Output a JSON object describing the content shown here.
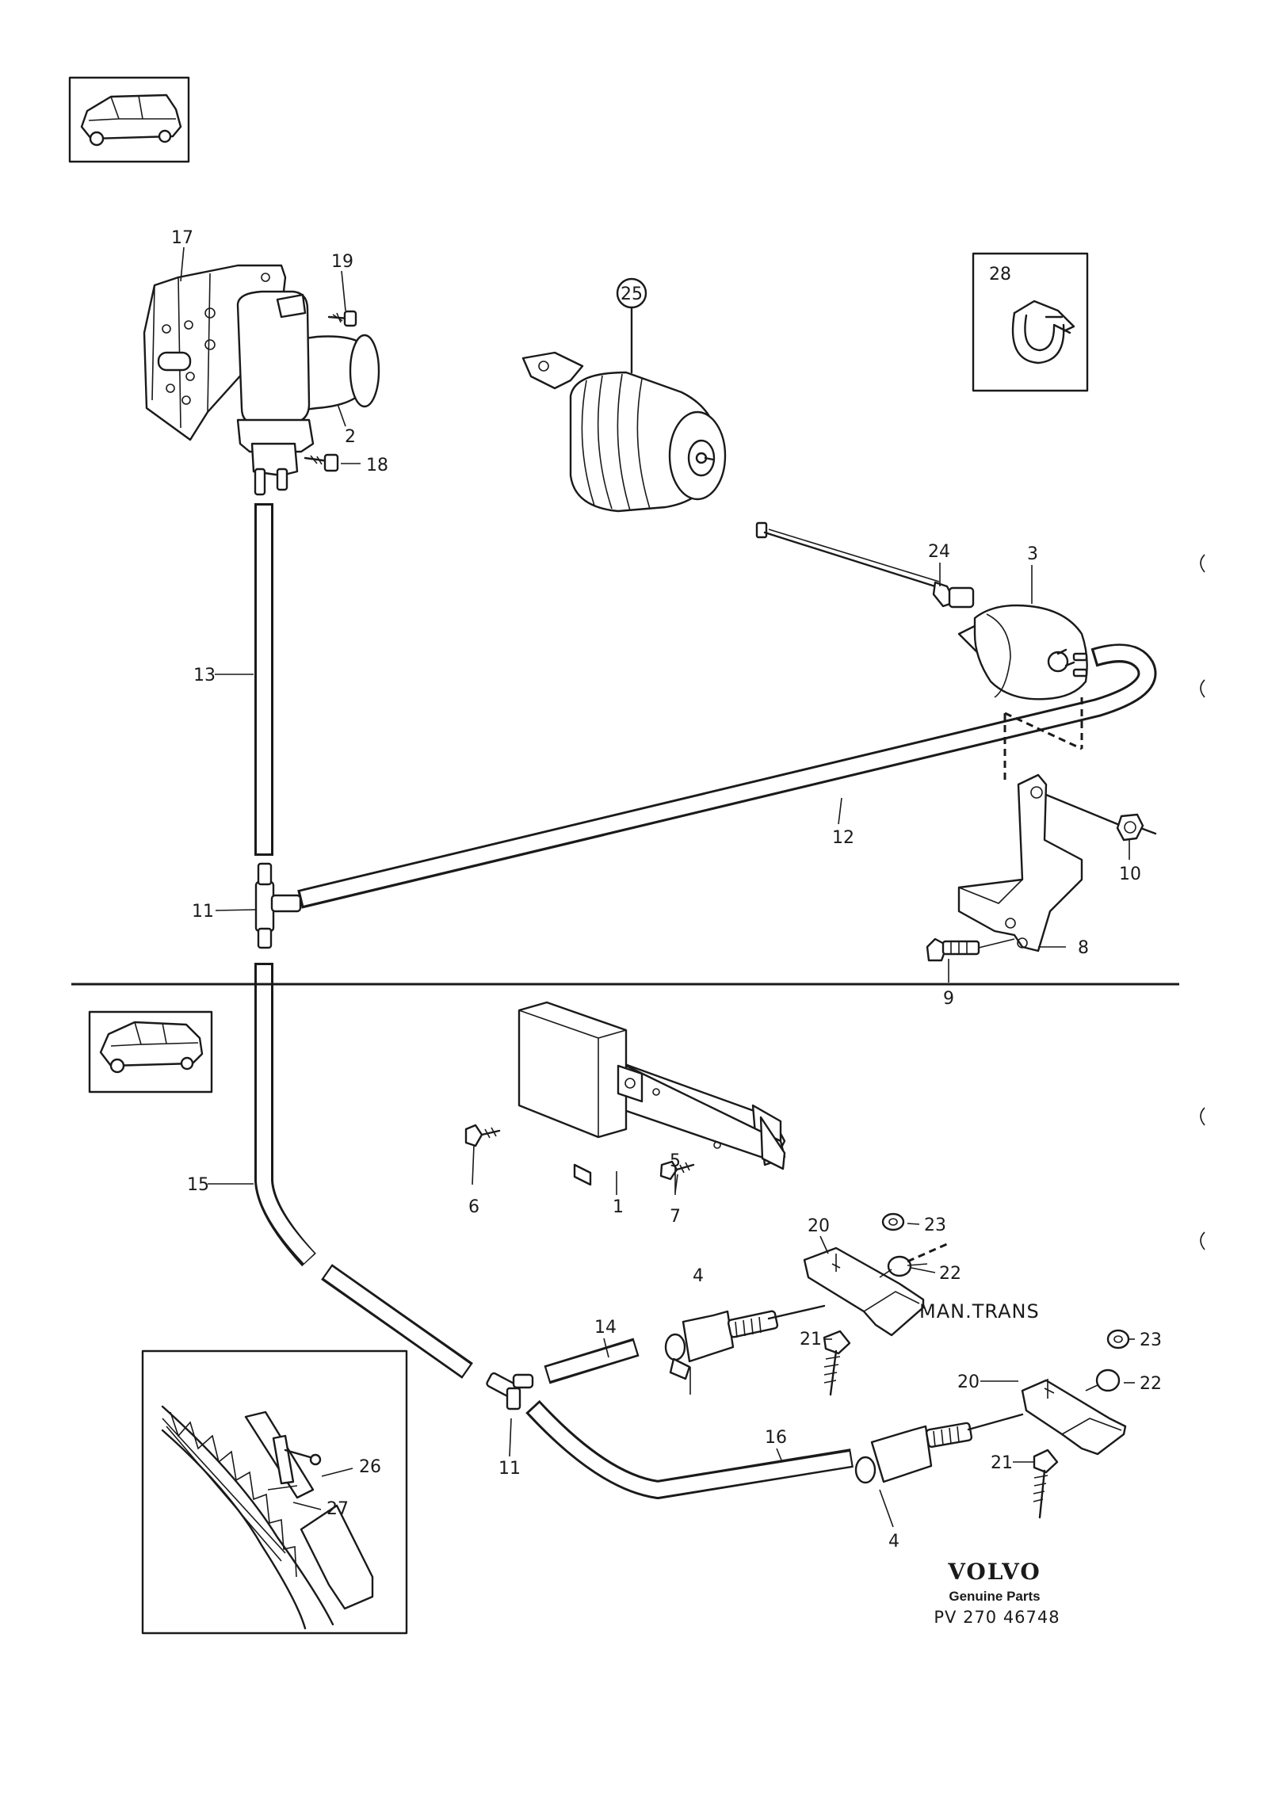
{
  "parts": {
    "p1": "1",
    "p2": "2",
    "p3": "3",
    "p4a": "4",
    "p4b": "4",
    "p5": "5",
    "p6": "6",
    "p7": "7",
    "p8": "8",
    "p9": "9",
    "p10": "10",
    "p11a": "11",
    "p11b": "11",
    "p12": "12",
    "p13": "13",
    "p14": "14",
    "p15": "15",
    "p16": "16",
    "p17": "17",
    "p18": "18",
    "p19": "19",
    "p20a": "20",
    "p20b": "20",
    "p21a": "21",
    "p21b": "21",
    "p22a": "22",
    "p22b": "22",
    "p23a": "23",
    "p23b": "23",
    "p24": "24",
    "p25": "25",
    "p26": "26",
    "p27": "27",
    "p28": "28"
  },
  "notes": {
    "man_trans": "MAN.TRANS"
  },
  "brand": {
    "name": "VOLVO",
    "subtitle": "Genuine Parts",
    "code": "PV 270 46748"
  }
}
